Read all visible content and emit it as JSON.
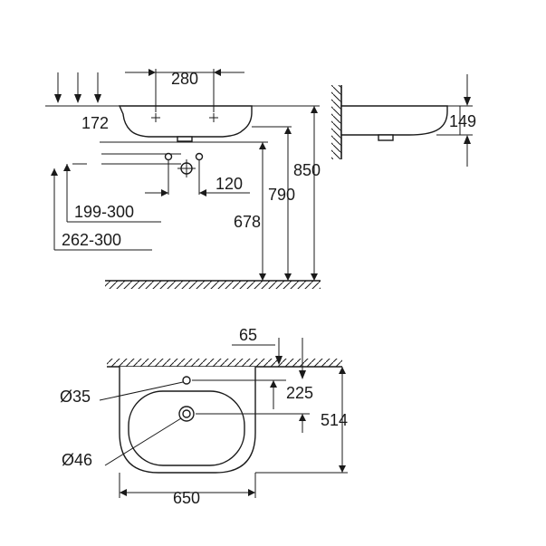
{
  "front_view": {
    "dimensions": {
      "tap_hole_spacing": "280",
      "rim_height": "172",
      "spacing_120": "120",
      "range_199_300": "199-300",
      "range_262_300": "262-300",
      "height_678": "678",
      "height_790": "790",
      "height_850": "850"
    }
  },
  "side_view": {
    "dimensions": {
      "depth_149": "149"
    }
  },
  "top_view": {
    "dimensions": {
      "offset_65": "65",
      "hole_diameter_35": "Ø35",
      "distance_225": "225",
      "depth_514": "514",
      "waste_diameter_46": "Ø46",
      "width_650": "650"
    }
  },
  "colors": {
    "line": "#1a1a1a",
    "background": "#ffffff"
  }
}
